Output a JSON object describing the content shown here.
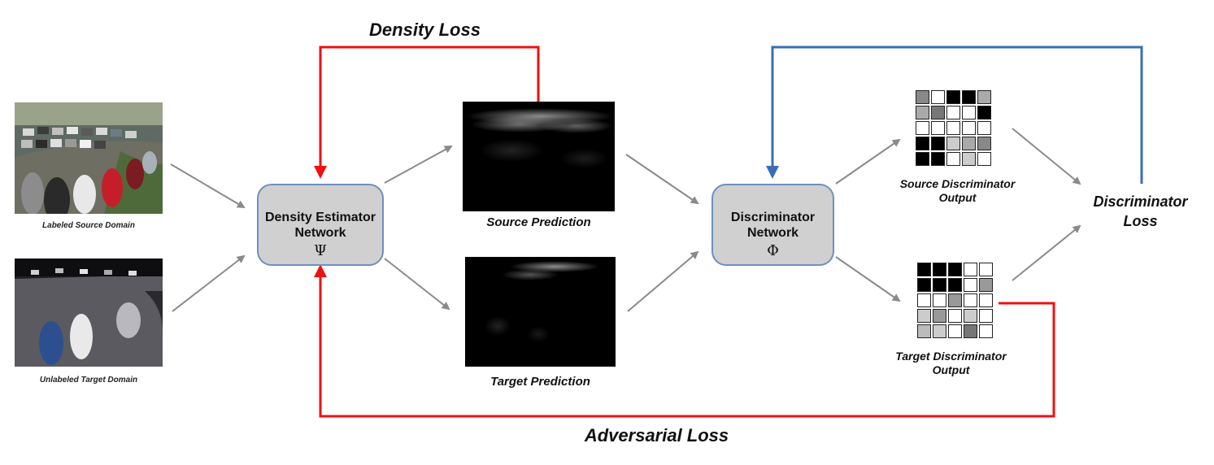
{
  "losses": {
    "density_loss": "Density Loss",
    "adversarial_loss": "Adversarial Loss",
    "discriminator_loss_line1": "Discriminator",
    "discriminator_loss_line2": "Loss"
  },
  "inputs": {
    "source_caption": "Labeled Source Domain",
    "target_caption": "Unlabeled Target Domain"
  },
  "density_estimator": {
    "line1": "Density Estimator",
    "line2": "Network",
    "symbol": "Ψ"
  },
  "predictions": {
    "source_label": "Source Prediction",
    "target_label": "Target Prediction"
  },
  "discriminator": {
    "line1": "Discriminator",
    "line2": "Network",
    "symbol": "Φ"
  },
  "discriminator_outputs": {
    "source_line1": "Source Discriminator",
    "source_line2": "Output",
    "target_line1": "Target Discriminator",
    "target_line2": "Output",
    "source_grid": [
      [
        "#888888",
        "#ffffff",
        "#000000",
        "#000000",
        "#aaaaaa"
      ],
      [
        "#aaaaaa",
        "#777777",
        "#ffffff",
        "#ffffff",
        "#000000"
      ],
      [
        "#ffffff",
        "#ffffff",
        "#ffffff",
        "#ffffff",
        "#ffffff"
      ],
      [
        "#000000",
        "#000000",
        "#cccccc",
        "#aaaaaa",
        "#888888"
      ],
      [
        "#000000",
        "#000000",
        "#ffffff",
        "#cccccc",
        "#ffffff"
      ]
    ],
    "target_grid": [
      [
        "#000000",
        "#000000",
        "#000000",
        "#ffffff",
        "#ffffff"
      ],
      [
        "#000000",
        "#000000",
        "#000000",
        "#ffffff",
        "#999999"
      ],
      [
        "#ffffff",
        "#ffffff",
        "#999999",
        "#ffffff",
        "#ffffff"
      ],
      [
        "#cccccc",
        "#999999",
        "#ffffff",
        "#cccccc",
        "#ffffff"
      ],
      [
        "#bbbbbb",
        "#cccccc",
        "#ffffff",
        "#777777",
        "#ffffff"
      ]
    ]
  },
  "colors": {
    "density_loss_arrow": "#ee1111",
    "adversarial_loss_arrow": "#ee1111",
    "discriminator_loss_arrow": "#3a6db5",
    "flow_arrow": "#8a8a8a",
    "node_border": "#6f8fc0",
    "node_fill": "#d0d0d0"
  }
}
